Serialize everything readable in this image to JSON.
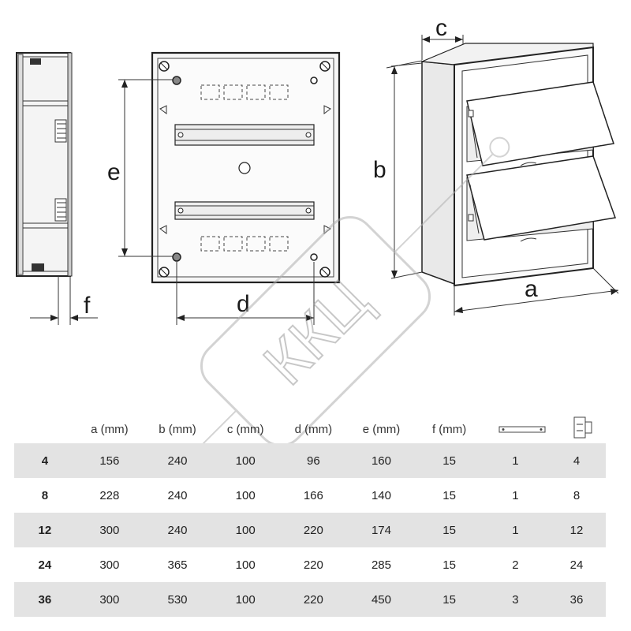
{
  "dimension_labels": {
    "a": "a",
    "b": "b",
    "c": "c",
    "d": "d",
    "e": "e",
    "f": "f"
  },
  "watermark": {
    "text": "ККЦ"
  },
  "table": {
    "headers": [
      "",
      "a (mm)",
      "b (mm)",
      "c (mm)",
      "d (mm)",
      "e (mm)",
      "f (mm)"
    ],
    "header_icons": [
      "din-rail-icon",
      "circuit-breaker-icon"
    ],
    "rows": [
      [
        "4",
        "156",
        "240",
        "100",
        "96",
        "160",
        "15",
        "1",
        "4"
      ],
      [
        "8",
        "228",
        "240",
        "100",
        "166",
        "140",
        "15",
        "1",
        "8"
      ],
      [
        "12",
        "300",
        "240",
        "100",
        "220",
        "174",
        "15",
        "1",
        "12"
      ],
      [
        "24",
        "300",
        "365",
        "100",
        "220",
        "285",
        "15",
        "2",
        "24"
      ],
      [
        "36",
        "300",
        "530",
        "100",
        "220",
        "450",
        "15",
        "3",
        "36"
      ]
    ]
  }
}
